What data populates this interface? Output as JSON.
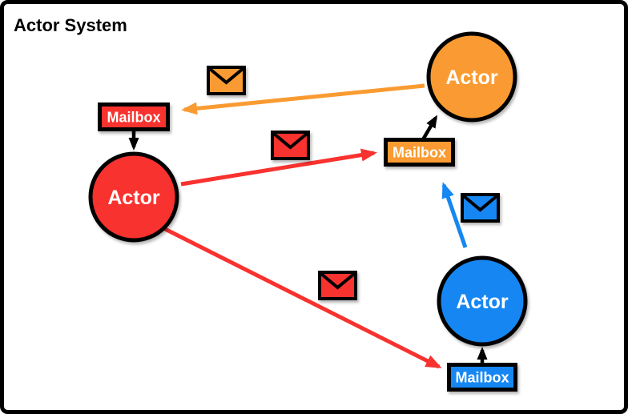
{
  "title": "Actor System",
  "colors": {
    "orange": "#F99B31",
    "red": "#F8322F",
    "blue": "#1487F2",
    "black": "#000000",
    "background": "#FFFFFF"
  },
  "actors": {
    "orange": {
      "label": "Actor",
      "color": "#F99B31"
    },
    "red": {
      "label": "Actor",
      "color": "#F8322F"
    },
    "blue": {
      "label": "Actor",
      "color": "#1487F2"
    }
  },
  "mailboxes": {
    "red": {
      "label": "Mailbox",
      "color": "#F8322F"
    },
    "orange": {
      "label": "Mailbox",
      "color": "#F99B31"
    },
    "blue": {
      "label": "Mailbox",
      "color": "#1487F2"
    }
  },
  "envelopes": [
    {
      "icon": "envelope-icon",
      "color": "#F99B31"
    },
    {
      "icon": "envelope-icon",
      "color": "#F8322F"
    },
    {
      "icon": "envelope-icon",
      "color": "#F8322F"
    },
    {
      "icon": "envelope-icon",
      "color": "#1487F2"
    }
  ],
  "arrows": [
    {
      "name": "orange-actor-message-arrow",
      "color": "#F99B31"
    },
    {
      "name": "red-actor-message-arrow-to-orange-mailbox",
      "color": "#F8322F"
    },
    {
      "name": "red-actor-message-arrow-to-blue-mailbox",
      "color": "#F8322F"
    },
    {
      "name": "blue-actor-message-arrow",
      "color": "#1487F2"
    },
    {
      "name": "mailbox-to-actor-connector",
      "color": "#000000"
    }
  ]
}
